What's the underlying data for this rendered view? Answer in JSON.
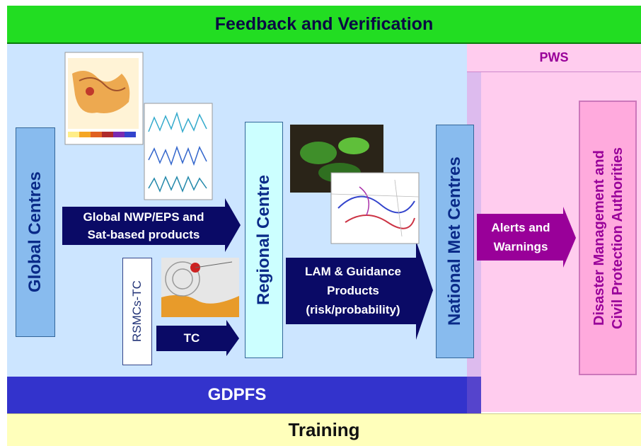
{
  "banners": {
    "feedback": "Feedback and Verification",
    "pws": "PWS",
    "gdpfs": "GDPFS",
    "training": "Training"
  },
  "boxes": {
    "global_centres": "Global Centres",
    "rsmcs_tc": "RSMCs-TC",
    "regional_centre": "Regional Centre",
    "national_met_centres": "National Met Centres",
    "disaster_management": "Disaster Management and",
    "civil_protection": "Civil Protection Authorities"
  },
  "arrows": {
    "global_nwp_line1": "Global NWP/EPS and",
    "global_nwp_line2": "Sat-based products",
    "tc": "TC",
    "lam_line1": "LAM & Guidance",
    "lam_line2": "Products",
    "lam_line3": "(risk/probability)",
    "alerts_line1": "Alerts and",
    "alerts_line2": "Warnings"
  },
  "colors": {
    "feedback_green": "#22dd22",
    "gdpfs_blue": "#3333cc",
    "arrow_navy": "#0a0a66",
    "alert_purple": "#990099",
    "pws_pink": "#ffccee",
    "main_lightblue": "#cce5ff",
    "training_yellow": "#ffffbb"
  }
}
